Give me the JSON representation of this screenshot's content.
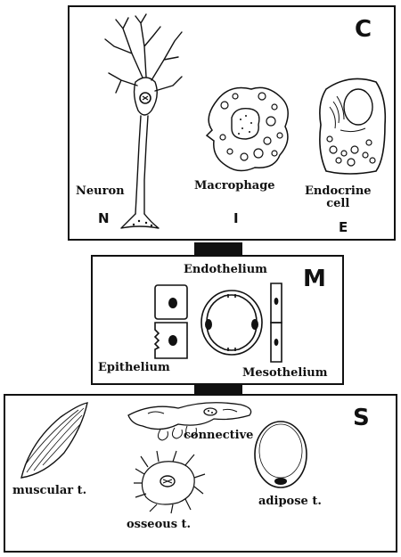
{
  "panel_c": {
    "corner_letter": "C",
    "neuron": {
      "label": "Neuron",
      "letter": "N"
    },
    "macrophage": {
      "label": "Macrophage",
      "letter": "I"
    },
    "endocrine": {
      "label_line1": "Endocrine",
      "label_line2": "cell",
      "letter": "E"
    }
  },
  "panel_m": {
    "corner_letter": "M",
    "endothelium": "Endothelium",
    "epithelium": "Epithelium",
    "mesothelium": "Mesothelium"
  },
  "panel_s": {
    "corner_letter": "S",
    "connective": "connective",
    "muscular": "muscular t.",
    "osseous": "osseous t.",
    "adipose": "adipose t."
  }
}
